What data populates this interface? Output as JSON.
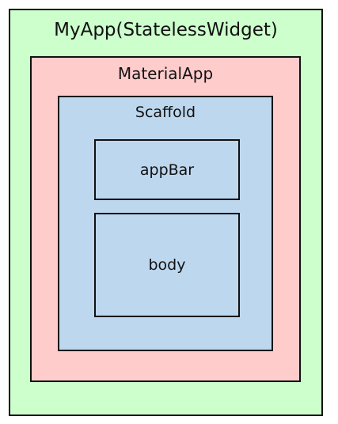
{
  "diagram": {
    "myapp": {
      "label": "MyApp(StatelessWidget)",
      "color": "#ccffcc"
    },
    "materialapp": {
      "label": "MaterialApp",
      "color": "#ffcccc"
    },
    "scaffold": {
      "label": "Scaffold",
      "color": "#bdd7ee"
    },
    "appbar": {
      "label": "appBar",
      "color": "#bdd7ee"
    },
    "body": {
      "label": "body",
      "color": "#bdd7ee"
    }
  }
}
